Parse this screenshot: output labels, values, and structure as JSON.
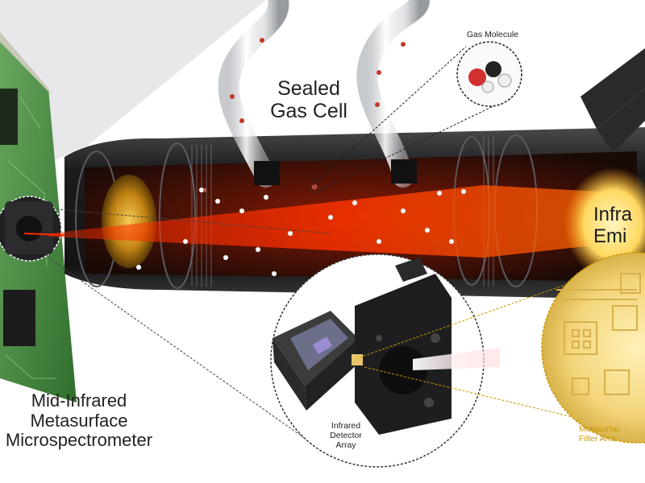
{
  "labels": {
    "sealed_gas_cell": [
      "Sealed",
      "Gas Cell"
    ],
    "gas_molecule": "Gas Molecule",
    "infrared_emitter": [
      "Infra",
      "Emi"
    ],
    "microspectrometer": [
      "Mid-Infrared",
      "Metasurface",
      "Microspectrometer"
    ],
    "detector_array": [
      "Infrared",
      "Detector",
      "Array"
    ],
    "filter_array": [
      "Metasurfac",
      "Filter Arra"
    ]
  },
  "colors": {
    "cell_body": "#1c1c1e",
    "laser_beam": "#ff2a00",
    "pcb": "#3f8a3a",
    "callout_gold": "#f0c040",
    "filter_text": "#c89800",
    "emitter_glow": "#ffe070"
  }
}
